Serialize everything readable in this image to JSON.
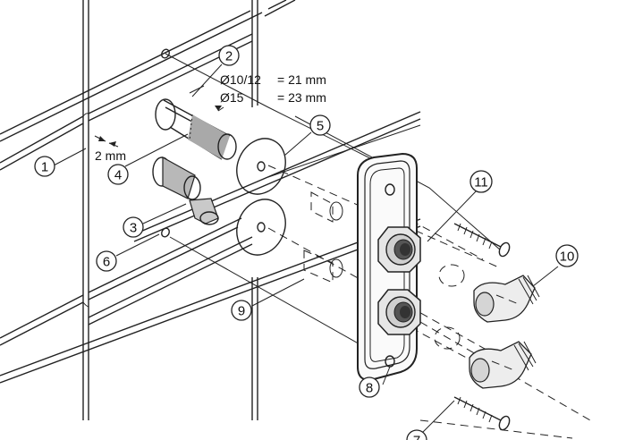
{
  "callouts": [
    {
      "id": "1",
      "label": "1"
    },
    {
      "id": "2",
      "label": "2"
    },
    {
      "id": "3",
      "label": "3"
    },
    {
      "id": "4",
      "label": "4"
    },
    {
      "id": "5",
      "label": "5"
    },
    {
      "id": "6",
      "label": "6"
    },
    {
      "id": "7",
      "label": "7"
    },
    {
      "id": "8",
      "label": "8"
    },
    {
      "id": "9",
      "label": "9"
    },
    {
      "id": "10",
      "label": "10"
    },
    {
      "id": "11",
      "label": "11"
    }
  ],
  "dimensions": {
    "diameter_small_label": "Ø10/12",
    "diameter_small_value": "= 21 mm",
    "diameter_large_label": "Ø15",
    "diameter_large_value": "= 23 mm",
    "offset": "2 mm"
  }
}
